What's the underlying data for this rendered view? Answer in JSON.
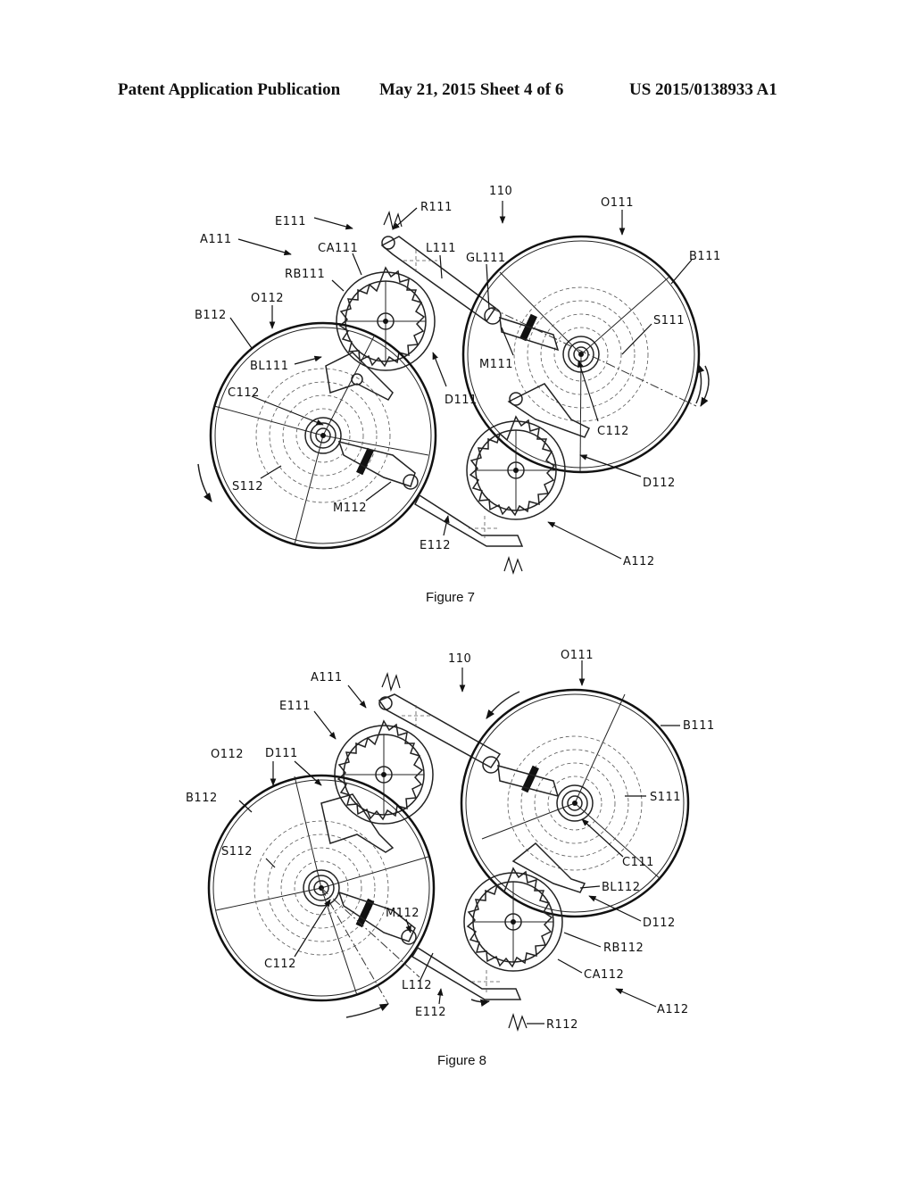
{
  "header": {
    "left": "Patent Application Publication",
    "middle": "May 21, 2015  Sheet 4 of 6",
    "right": "US 2015/0138933 A1"
  },
  "figure7": {
    "caption": "Figure 7",
    "labels": {
      "ref110": "110",
      "E111": "E111",
      "R111": "R111",
      "O111": "O111",
      "A111": "A111",
      "CA111": "CA111",
      "L111": "L111",
      "GL111": "GL111",
      "B111": "B111",
      "RB111": "RB111",
      "O112": "O112",
      "B112": "B112",
      "S111": "S111",
      "BL111": "BL111",
      "M111": "M111",
      "C112a": "C112",
      "D111": "D111",
      "C112b": "C112",
      "D112": "D112",
      "S112": "S112",
      "M112": "M112",
      "E112": "E112",
      "A112": "A112"
    }
  },
  "figure8": {
    "caption": "Figure 8",
    "labels": {
      "A111": "A111",
      "ref110": "110",
      "O111": "O111",
      "E111": "E111",
      "B111": "B111",
      "O112": "O112",
      "D111": "D111",
      "B112": "B112",
      "S111": "S111",
      "C111": "C111",
      "S112": "S112",
      "BL112": "BL112",
      "M112": "M112",
      "D112": "D112",
      "RB112": "RB112",
      "C112": "C112",
      "CA112": "CA112",
      "L112": "L112",
      "A112": "A112",
      "E112": "E112",
      "R112": "R112"
    }
  }
}
